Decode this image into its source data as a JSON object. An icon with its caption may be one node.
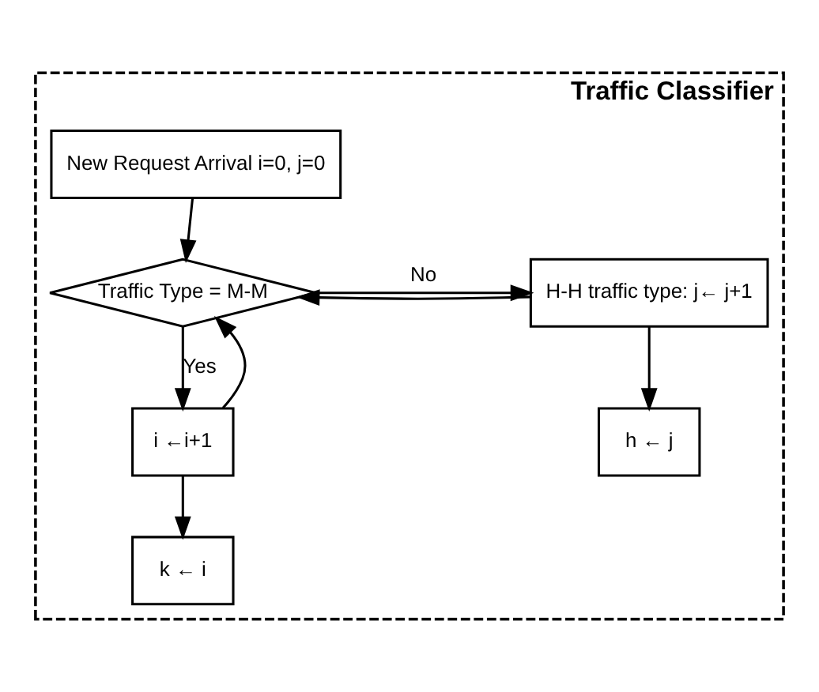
{
  "diagram": {
    "nodes": [
      {
        "text": [
          "Traffic Classifier"
        ]
      },
      {
        "text": [
          "New Request Arrival i=0, j=0"
        ],
        "in": 0
      },
      {
        "text": [
          "Traffic Type = M-M"
        ],
        "in": 0
      },
      {
        "text": [
          "H-H traffic type: j← j+1"
        ],
        "in": 0
      },
      {
        "text": [
          "i ←i+1"
        ],
        "in": 0
      },
      {
        "text": [
          "k ← i"
        ],
        "in": 0
      },
      {
        "text": [
          "h ← j"
        ],
        "in": 0
      }
    ],
    "edges": [
      {
        "from": 1,
        "to": 2,
        "arrow": "to"
      },
      {
        "from": 2,
        "to": 3,
        "label": "No",
        "arrow": "to"
      },
      {
        "from": 2,
        "to": 4,
        "label": "Yes",
        "arrow": "to"
      },
      {
        "from": 4,
        "to": 2,
        "arrow": "to"
      },
      {
        "from": 3,
        "to": 2,
        "arrow": "to"
      },
      {
        "from": 4,
        "to": 5,
        "arrow": "to"
      },
      {
        "from": 3,
        "to": 6,
        "arrow": "to"
      }
    ]
  }
}
